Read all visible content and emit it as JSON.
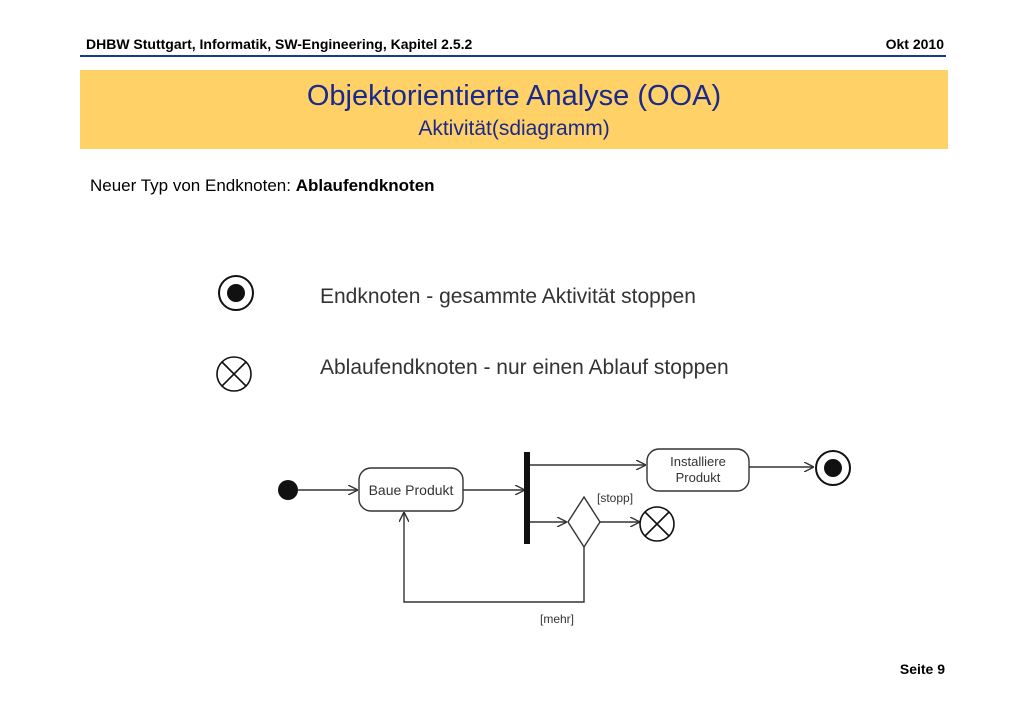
{
  "header": {
    "left": "DHBW Stuttgart, Informatik, SW-Engineering, Kapitel 2.5.2",
    "right": "Okt 2010"
  },
  "title": {
    "main": "Objektorientierte Analyse (OOA)",
    "sub": "Aktivität(sdiagramm)"
  },
  "intro": {
    "prefix": "Neuer Typ von Endknoten: ",
    "bold": "Ablaufendknoten"
  },
  "legend": {
    "final_node": "Endknoten - gesammte Aktivität stoppen",
    "flow_final_node": "Ablaufendknoten - nur einen Ablauf stoppen"
  },
  "diagram": {
    "action_build": "Baue Produkt",
    "action_install_line1": "Installiere",
    "action_install_line2": "Produkt",
    "guard_stop": "[stopp]",
    "guard_more": "[mehr]"
  },
  "footer": {
    "page": "Seite 9"
  }
}
